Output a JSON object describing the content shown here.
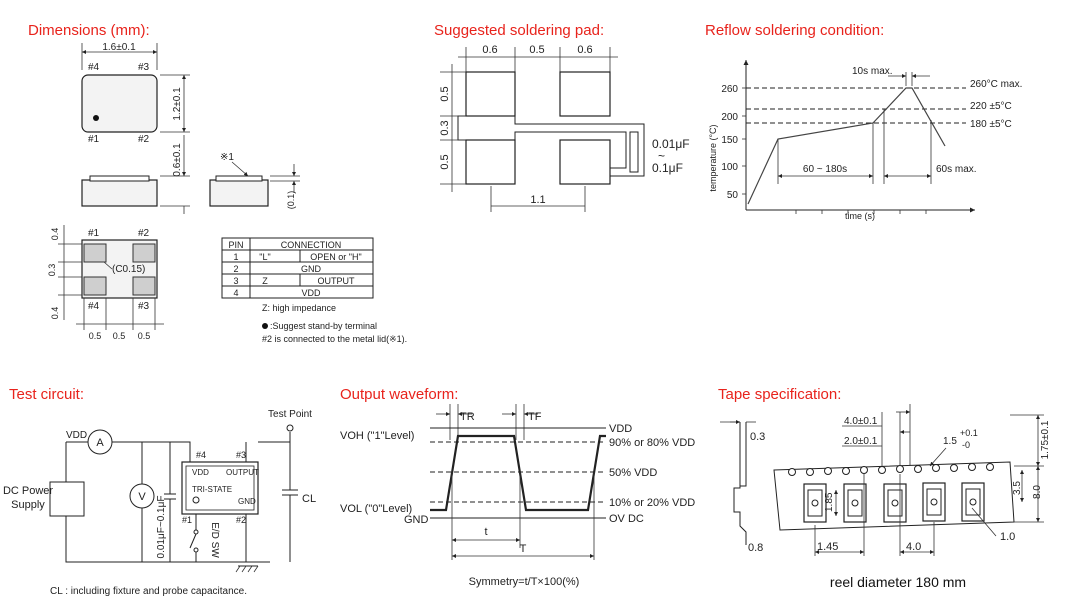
{
  "sections": {
    "dimensions": "Dimensions (mm):",
    "soldering_pad": "Suggested soldering pad:",
    "reflow": "Reflow soldering condition:",
    "test_circuit": "Test circuit:",
    "output_waveform": "Output waveform:",
    "tape": "Tape specification:"
  },
  "dimensions": {
    "width": "1.6±0.1",
    "length": "1.2±0.1",
    "height": "0.6±0.1",
    "lid_note": "※1",
    "lid_h": "(0.1)",
    "chamfer": "(C0.15)",
    "pins_top": [
      "#4",
      "#3"
    ],
    "pins_bottom": [
      "#1",
      "#2"
    ],
    "bottom_pins_top": [
      "#1",
      "#2"
    ],
    "bottom_pins_bottom": [
      "#4",
      "#3"
    ],
    "pad_v": [
      "0.4",
      "0.3",
      "0.4"
    ],
    "pad_h": [
      "0.5",
      "0.5",
      "0.5"
    ]
  },
  "pin_table": {
    "headers": [
      "PIN",
      "CONNECTION"
    ],
    "rows": [
      {
        "pin": "1",
        "a": "\"L\"",
        "b": "OPEN or \"H\""
      },
      {
        "pin": "2",
        "a": "GND",
        "b": ""
      },
      {
        "pin": "3",
        "a": "Z",
        "b": "OUTPUT"
      },
      {
        "pin": "4",
        "a": "VDD",
        "b": ""
      }
    ],
    "note_z": "Z: high impedance",
    "note_dot": ":Suggest stand-by terminal",
    "note_lid": "#2 is connected to the metal lid(※1)."
  },
  "pad": {
    "top": [
      "0.6",
      "0.5",
      "0.6"
    ],
    "left": [
      "0.5",
      "0.3",
      "0.5"
    ],
    "bottom": "1.1",
    "cap1": "0.01μF",
    "cap_tilde": "~",
    "cap2": "0.1μF"
  },
  "reflow": {
    "y_ticks": [
      "260",
      "200",
      "150",
      "100",
      "50"
    ],
    "ylabel": "temperature (°C)",
    "xlabel": "time (s)",
    "peak_label": "260°C max.",
    "l220": "220 ±5°C",
    "l180": "180 ±5°C",
    "t10s": "10s max.",
    "t60180": "60 ~ 180s",
    "t60s": "60s max."
  },
  "test_circuit": {
    "vdd": "VDD",
    "ammeter": "A",
    "voltmeter": "V",
    "supply": [
      "DC Power",
      "Supply"
    ],
    "cap": "0.01μF~0.1μF",
    "ic_pin4": "#4",
    "ic_pin3": "#3",
    "ic_pin1": "#1",
    "ic_pin2": "#2",
    "ic_vdd": "VDD",
    "ic_output": "OUTPUT",
    "ic_tristate": "TRI-STATE",
    "ic_gnd": "GND",
    "sw": "E/D SW",
    "test_point": "Test Point",
    "cl": "CL",
    "cl_note": "CL : including fixture and probe capacitance."
  },
  "waveform": {
    "tr": "TR",
    "tf": "TF",
    "voh": "VOH (\"1\"Level)",
    "vol": "VOL (\"0\"Level)",
    "gnd": "GND",
    "vdd": "VDD",
    "r90": "90% or 80% VDD",
    "r50": "50% VDD",
    "r10": "10% or 20% VDD",
    "ov": "OV DC",
    "t": "t",
    "T": "T",
    "symmetry": "Symmetry=t/T×100(%)"
  },
  "tape": {
    "d03": "0.3",
    "d40": "4.0±0.1",
    "d20": "2.0±0.1",
    "d15": "1.5",
    "d15tol_plus": "+0.1",
    "d15tol_minus": "-0",
    "d175": "1.75±0.1",
    "d35": "3.5",
    "d80": "8.0",
    "d185": "1.85",
    "d08": "0.8",
    "d145": "1.45",
    "d40b": "4.0",
    "d10": "1.0",
    "reel": "reel diameter 180 mm"
  }
}
